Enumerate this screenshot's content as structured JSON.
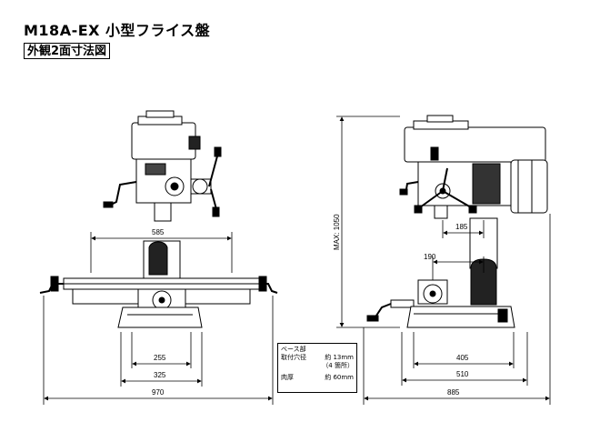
{
  "header": {
    "title": "M18A-EX 小型フライス盤",
    "subtitle": "外観2面寸法図"
  },
  "dimensions": {
    "front_table_travel": "585",
    "front_base_inner": "255",
    "front_base_outer": "325",
    "front_overall_width": "970",
    "side_spindle_offset": "185",
    "side_vise_offset": "190",
    "side_max_height": "MAX: 1050",
    "side_base_inner": "405",
    "side_base_outer": "510",
    "side_overall_depth": "885"
  },
  "note": {
    "heading": "ベース部",
    "mount_label": "取付穴径",
    "mount_value": "約 13mm",
    "mount_count": "（4 箇所）",
    "thickness_label": "肉厚",
    "thickness_value": "約 60mm"
  }
}
